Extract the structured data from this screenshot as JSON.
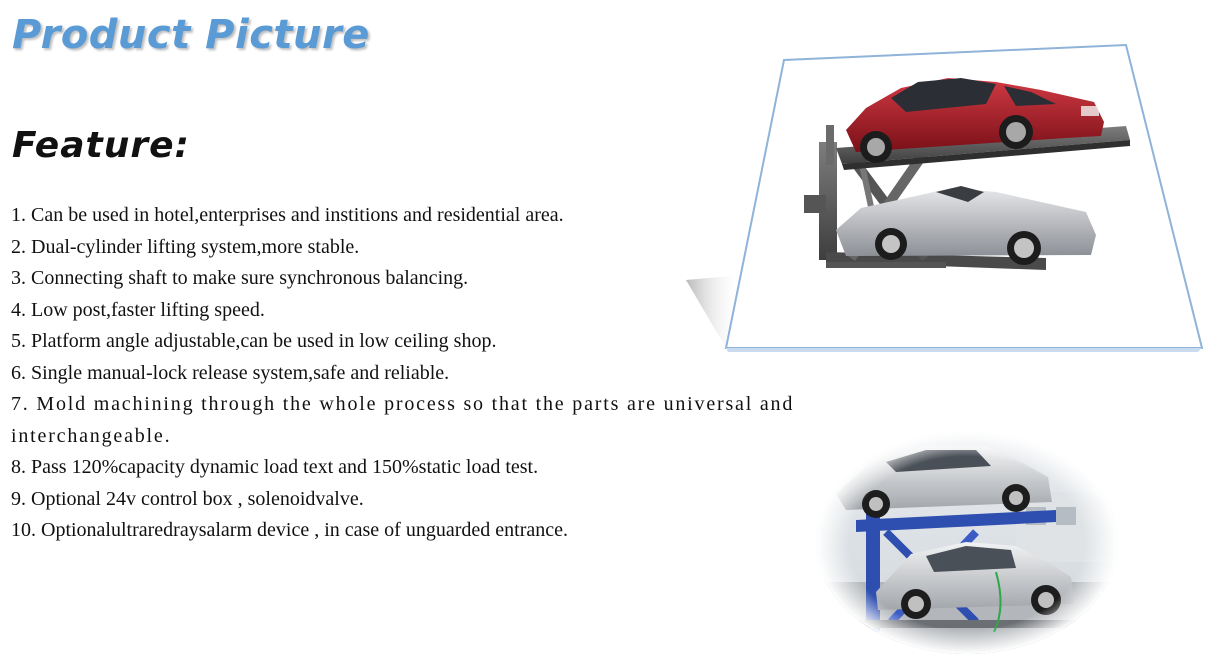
{
  "header": {
    "title": "Product Picture"
  },
  "features": {
    "heading": "Feature:",
    "items": [
      "1. Can be used in hotel,enterprises and institions and residential area.",
      "2. Dual-cylinder lifting system,more stable.",
      "3. Connecting shaft to make sure synchronous balancing.",
      "4. Low post,faster lifting speed.",
      "5. Platform angle adjustable,can be used in low ceiling shop.",
      "6. Single manual-lock release system,safe and reliable.",
      "7. Mold machining through the whole process so that the parts are universal and interchangeable.",
      "8. Pass 120%capacity dynamic load text and 150%static load test.",
      "9. Optional 24v control box , solenoidvalve.",
      "10. Optionalultraredraysalarm device , in case of unguarded entrance."
    ]
  },
  "colors": {
    "title": "#5b9bd5",
    "text": "#111111",
    "platform_border": "#8fb3d9",
    "lift_blue": "#2f4fb0",
    "red_car": "#a81e2a",
    "silver_car": "#b7b9bd"
  }
}
